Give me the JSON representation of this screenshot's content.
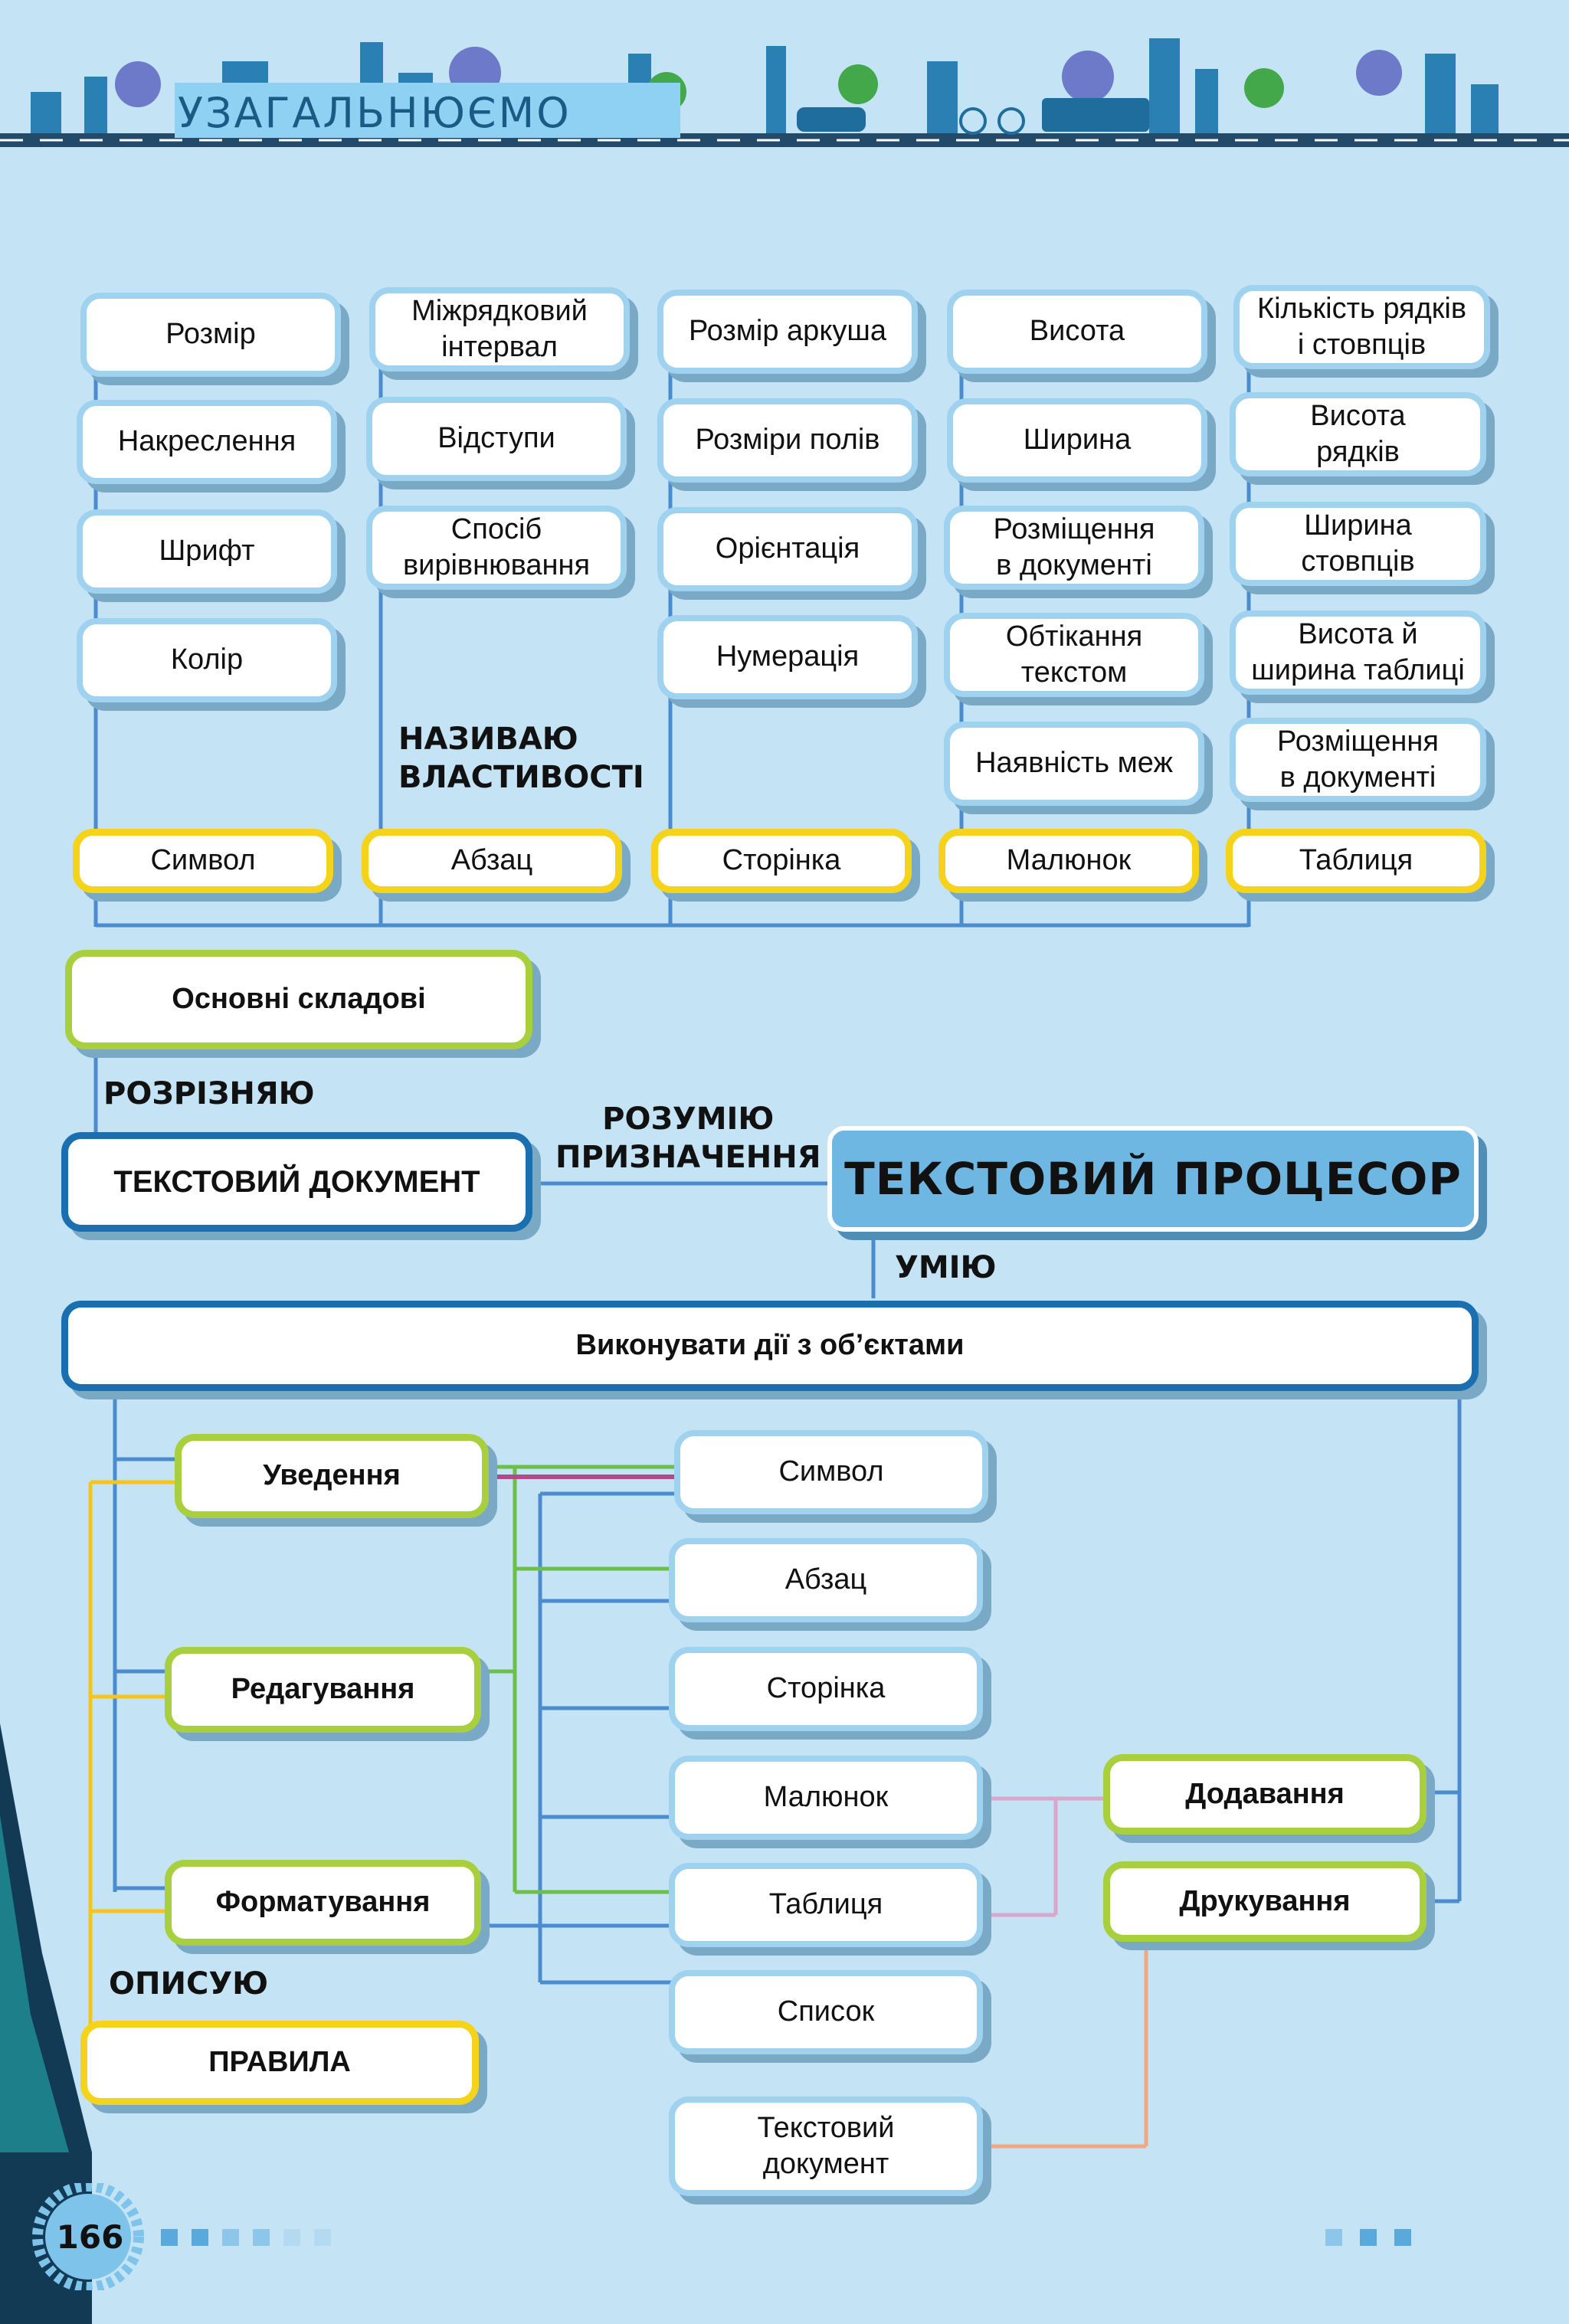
{
  "header": {
    "title": "УЗАГАЛЬНЮЄМО"
  },
  "page_number": "166",
  "properties_columns": [
    {
      "category": "Символ",
      "properties": [
        "Розмір",
        "Накреслення",
        "Шрифт",
        "Колір"
      ]
    },
    {
      "category": "Абзац",
      "properties": [
        "Міжрядковий\nінтервал",
        "Відступи",
        "Спосіб\nвирівнювання"
      ]
    },
    {
      "category": "Сторінка",
      "properties": [
        "Розмір аркуша",
        "Розміри полів",
        "Орієнтація",
        "Нумерація"
      ]
    },
    {
      "category": "Малюнок",
      "properties": [
        "Висота",
        "Ширина",
        "Розміщення\nв документі",
        "Обтікання\nтекстом",
        "Наявність меж"
      ]
    },
    {
      "category": "Таблиця",
      "properties": [
        "Кількість рядків\nі стовпців",
        "Висота\nрядків",
        "Ширина\nстовпців",
        "Висота й\nширина таблиці",
        "Розміщення\nв документі"
      ]
    }
  ],
  "handwritten": {
    "name_properties": "НАЗИВАЮ\nВЛАСТИВОСТІ",
    "distinguish": "РОЗРІЗНЯЮ",
    "purpose": "РОЗУМІЮ\nПРИЗНАЧЕННЯ",
    "can": "УМІЮ",
    "describe": "ОПИСУЮ"
  },
  "main_components": "Основні складові",
  "text_document": "ТЕКСТОВИЙ ДОКУМЕНТ",
  "text_processor": "ТЕКСТОВИЙ ПРОЦЕСОР",
  "perform_actions": "Виконувати дії з об’єктами",
  "actions": [
    "Уведення",
    "Редагування",
    "Форматування"
  ],
  "objects": [
    "Символ",
    "Абзац",
    "Сторінка",
    "Малюнок",
    "Таблиця",
    "Список",
    "Текстовий\nдокумент"
  ],
  "operations": [
    "Додавання",
    "Друкування"
  ],
  "rules": "ПРАВИЛА",
  "colors": {
    "background": "#c4e4f6",
    "box_blue": "#9fd2ef",
    "box_yellow": "#f5d31a",
    "box_green": "#a8cf3d",
    "box_dark": "#1a6fb0",
    "processor": "#6eb7e2",
    "line_blue": "#4a8ccf",
    "line_yellow": "#f5c518",
    "line_green": "#6cc04a",
    "line_magenta": "#b14a8a",
    "line_pink": "#d9a7c9",
    "line_salmon": "#f0a882"
  }
}
